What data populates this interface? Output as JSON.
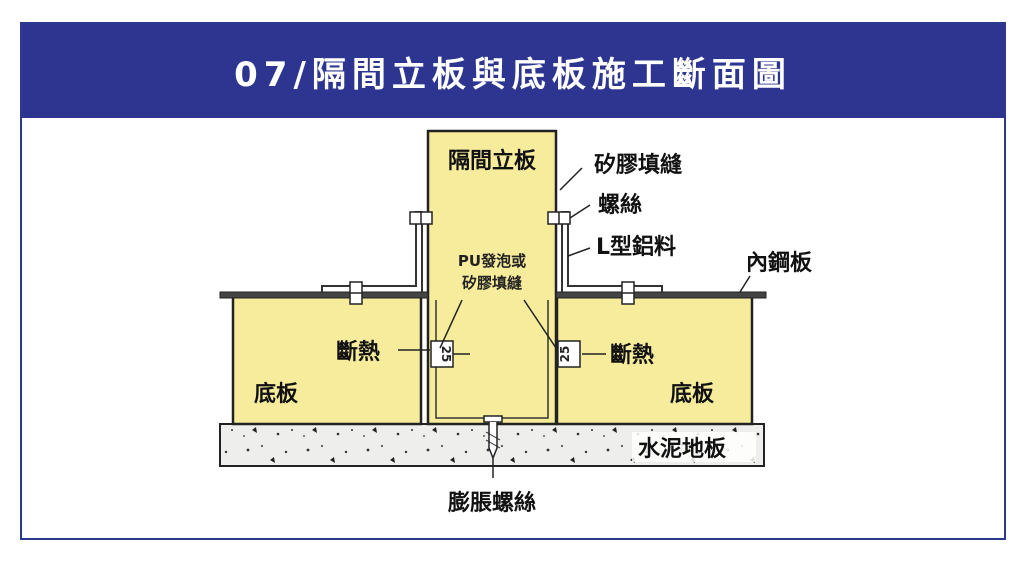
{
  "title": "07/隔間立板與底板施工斷面圖",
  "labels": {
    "partition_board": "隔間立板",
    "silicone_top": "矽膠填縫",
    "screw": "螺絲",
    "l_aluminum": "L型鋁料",
    "inner_steel_plate": "內鋼板",
    "pu_foam_line1": "PU發泡或",
    "pu_foam_line2": "矽膠填縫",
    "insulation_left": "斷熱",
    "insulation_right": "斷熱",
    "base_left": "底板",
    "base_right": "底板",
    "concrete_floor": "水泥地板",
    "expansion_screw": "膨脹螺絲",
    "gap_left": "25",
    "gap_right": "25"
  },
  "colors": {
    "banner": "#2d3590",
    "panel_fill": "#f6ec9c",
    "concrete": "#eeeeec",
    "outline": "#222222"
  }
}
